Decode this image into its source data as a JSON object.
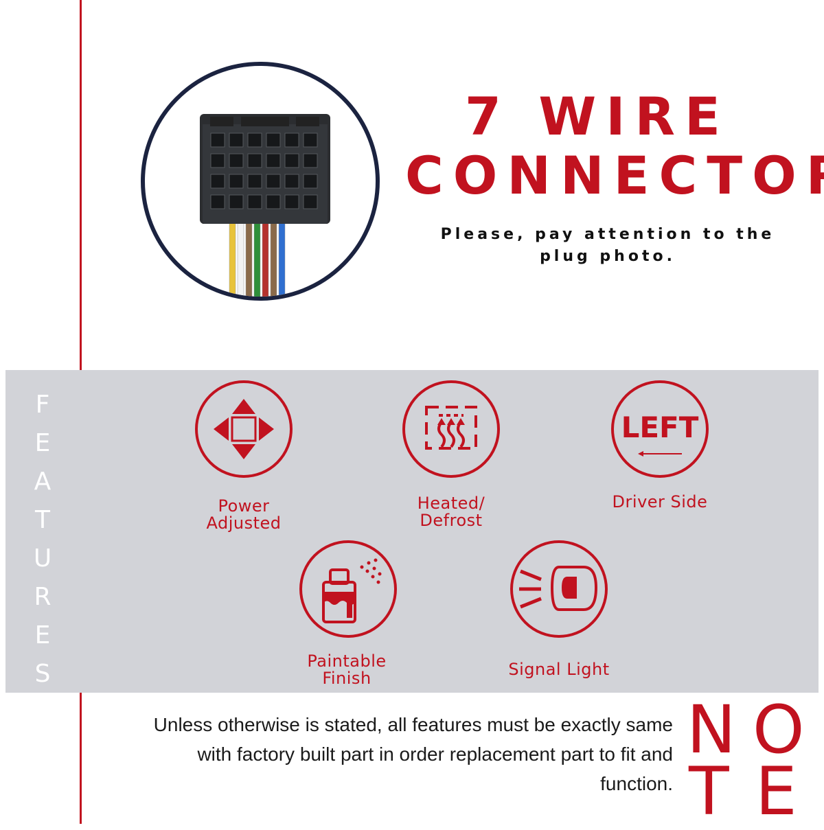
{
  "header": {
    "title_line1": "7 WIRE",
    "title_line2": "CONNECTOR",
    "subtitle": "Please, pay attention to the plug photo."
  },
  "features": {
    "vertical_label_letters": [
      "F",
      "E",
      "A",
      "T",
      "U",
      "R",
      "E",
      "S"
    ],
    "items": [
      {
        "label": "Power\nAdjusted",
        "icon": "arrows-icon"
      },
      {
        "label": "Heated/\nDefrost",
        "icon": "defrost-icon"
      },
      {
        "label": "Driver Side",
        "icon": "left-arrow-icon",
        "icon_text": "LEFT"
      },
      {
        "label": "Paintable\nFinish",
        "icon": "spray-can-icon"
      },
      {
        "label": "Signal Light",
        "icon": "signal-light-icon"
      }
    ]
  },
  "note": {
    "text": "Unless otherwise is stated, all features must be exactly same with factory built part in order replacement part to fit and function.",
    "letters": [
      "N",
      "O",
      "T",
      "E"
    ]
  },
  "colors": {
    "accent": "#c1121f",
    "band": "#d2d3d8",
    "circle_border": "#1b2340",
    "connector_body": "#2b2d30",
    "wire_colors": [
      "#e8c33a",
      "#f2f2f2",
      "#8a6a4a",
      "#2f8f3a",
      "#b5322e",
      "#8a6a4a",
      "#2f6fd0"
    ]
  }
}
